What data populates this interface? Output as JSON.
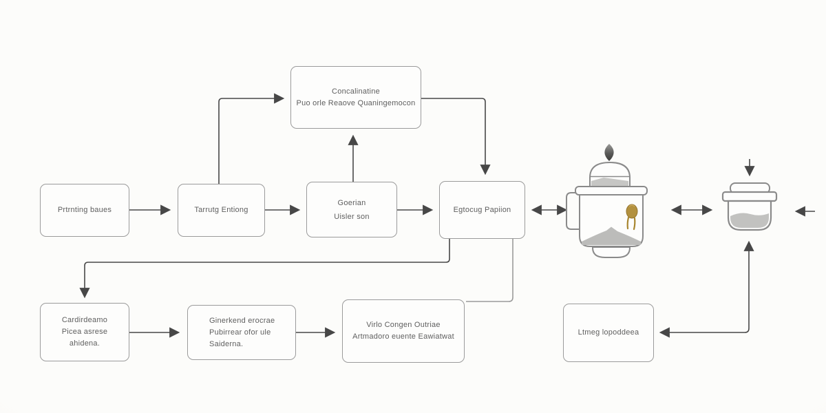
{
  "title": "Process flow diagram with grinder jar and pot icons",
  "colors": {
    "bg": "#fafaf8",
    "box-fill": "#fdfdfc",
    "box-border": "#9a9a9a",
    "arrow": "#474747",
    "text": "#5e5e5e",
    "powder": "#bcbcba",
    "hopper": "#c6c6c4",
    "charm": "#b3913f",
    "outline": "#8a8a8a"
  },
  "nodes": {
    "concalinatine": {
      "lines": [
        "Concalinatine",
        "Puo orle Reaove Quaningemocon"
      ]
    },
    "printing": {
      "lines": [
        "Prtrnting baues"
      ]
    },
    "tarrutg": {
      "lines": [
        "Tarrutg Entiong"
      ]
    },
    "goerian": {
      "lines": [
        "Goerian",
        "Uisler son"
      ]
    },
    "egtocug": {
      "lines": [
        "Egtocug Papiion"
      ]
    },
    "cardirdeamo": {
      "lines": [
        "Cardirdeamo",
        "Picea asrese",
        "ahidena."
      ]
    },
    "ginerkend": {
      "lines": [
        "Ginerkend erocrae",
        "Pubirrear ofor ule",
        "Saiderna."
      ]
    },
    "virlo": {
      "lines": [
        "Virlo Congen Outriae",
        "Artmadoro euente Eawiatwat"
      ]
    },
    "ltmeg": {
      "lines": [
        "Ltmeg lopoddeea"
      ]
    }
  },
  "icons": {
    "jar": "grinder-jar-icon",
    "pot": "pot-icon",
    "drop": "drop-icon"
  }
}
